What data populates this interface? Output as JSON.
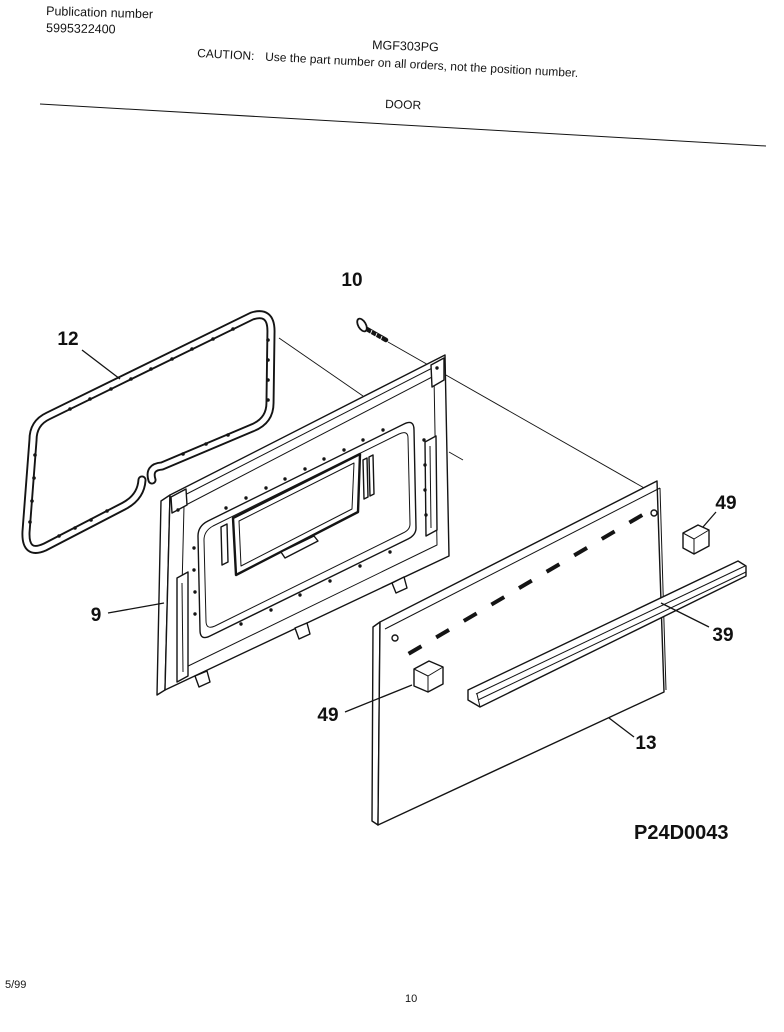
{
  "header": {
    "publication_label": "Publication number",
    "publication_number": "5995322400",
    "model": "MGF303PG",
    "caution_label": "CAUTION:",
    "caution_text": "Use the part number on all orders, not the position number.",
    "section_title": "DOOR"
  },
  "callouts": [
    "10",
    "12",
    "9",
    "49",
    "39",
    "49",
    "13"
  ],
  "diagram_code": "P24D0043",
  "footer": {
    "date": "5/99",
    "page_number": "10"
  }
}
